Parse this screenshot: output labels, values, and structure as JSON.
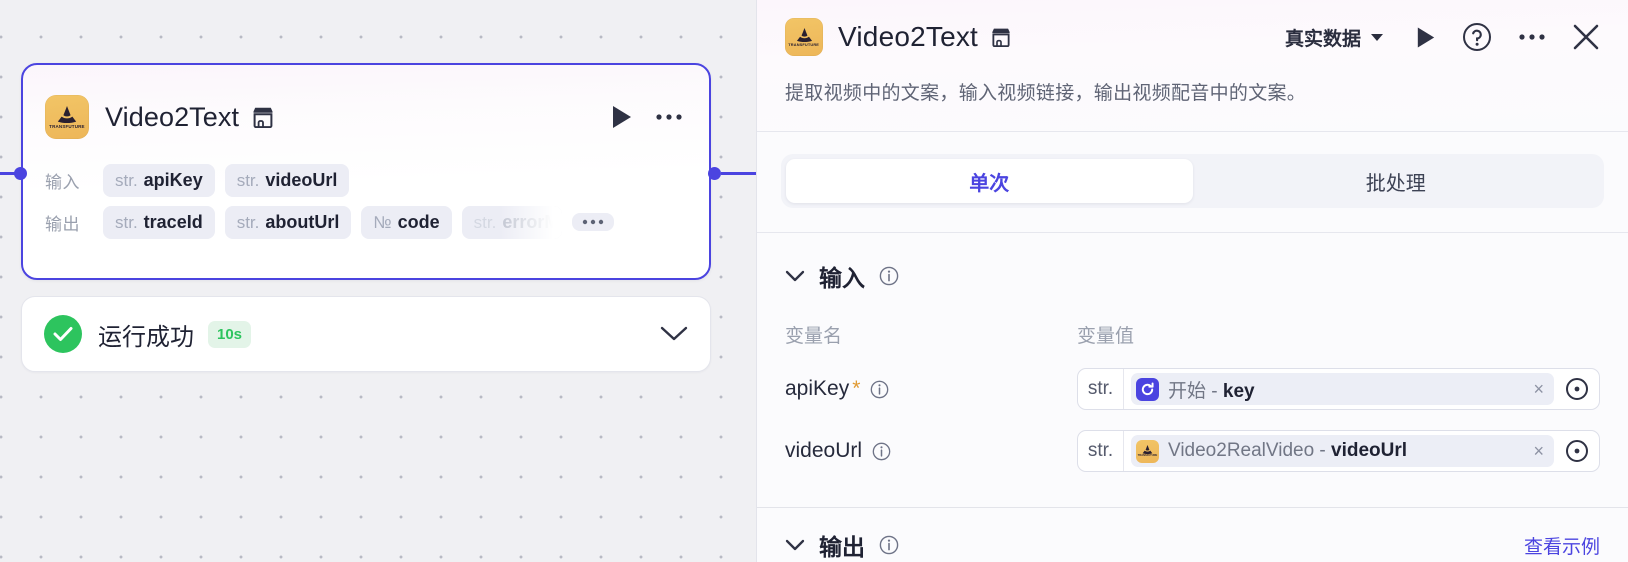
{
  "canvas": {
    "node": {
      "title": "Video2Text",
      "icon_name": "transfuture-app-icon",
      "icon_wordmark": "TRANSFUTURE",
      "store_badge": "store-icon",
      "run_button": "run-icon",
      "more_button": "more-icon",
      "input_label": "输入",
      "output_label": "输出",
      "inputs": [
        {
          "type": "str.",
          "name": "apiKey"
        },
        {
          "type": "str.",
          "name": "videoUrl"
        }
      ],
      "outputs": [
        {
          "type": "str.",
          "name": "traceId"
        },
        {
          "type": "str.",
          "name": "aboutUrl"
        },
        {
          "type": "№",
          "name": "code"
        },
        {
          "type": "str.",
          "name": "errorMsg"
        }
      ],
      "outputs_overflow": "…"
    },
    "status": {
      "text": "运行成功",
      "duration": "10s",
      "icon_name": "success-check-icon",
      "expand_icon": "chevron-down-icon",
      "accent": "#2dc45e"
    }
  },
  "panel": {
    "icon_wordmark": "TRANSFUTURE",
    "title": "Video2Text",
    "store_badge": "store-icon",
    "data_mode": "真实数据",
    "description": "提取视频中的文案，输入视频链接，输出视频配音中的文案。",
    "actions": {
      "run": "run-icon",
      "help": "help-circle-icon",
      "more": "more-icon",
      "close": "close-icon"
    },
    "tabs": [
      {
        "label": "单次",
        "active": true
      },
      {
        "label": "批处理",
        "active": false
      }
    ],
    "input_section": {
      "title": "输入",
      "info_icon": "info-icon",
      "collapse_icon": "chevron-down-icon",
      "col_name": "变量名",
      "col_value": "变量值",
      "rows": [
        {
          "name": "apiKey",
          "required": "*",
          "type": "str.",
          "source_icon": "start-node-icon",
          "source_color": "#4b44e0",
          "value_prefix": "开始 - ",
          "value_bold": "key",
          "clear": "×",
          "target_icon": "target-dot-icon"
        },
        {
          "name": "videoUrl",
          "required": "",
          "type": "str.",
          "source_icon": "transfuture-app-icon",
          "source_color": "#edb659",
          "value_prefix": "Video2RealVideo - ",
          "value_bold": "videoUrl",
          "clear": "×",
          "target_icon": "target-dot-icon"
        }
      ]
    },
    "output_section": {
      "title": "输出",
      "info_icon": "info-icon",
      "collapse_icon": "chevron-down-icon",
      "example_link": "查看示例"
    }
  },
  "colors": {
    "accent": "#4b44e0",
    "success": "#2dc45e",
    "brand_orange": "#edb659",
    "canvas_bg": "#f0f0f3"
  }
}
